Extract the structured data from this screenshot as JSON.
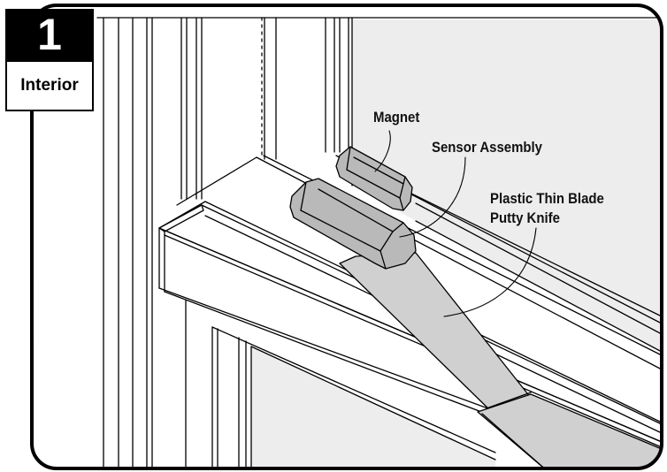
{
  "step": {
    "number": "1",
    "location": "Interior"
  },
  "callouts": {
    "magnet": "Magnet",
    "sensor": "Sensor Assembly",
    "knife_line1": "Plastic Thin Blade",
    "knife_line2": "Putty Knife"
  },
  "colors": {
    "device_fill": "#b9b9b9",
    "knife_fill": "#d0d0d0",
    "glass_fill": "#ededed",
    "outline": "#000000"
  }
}
